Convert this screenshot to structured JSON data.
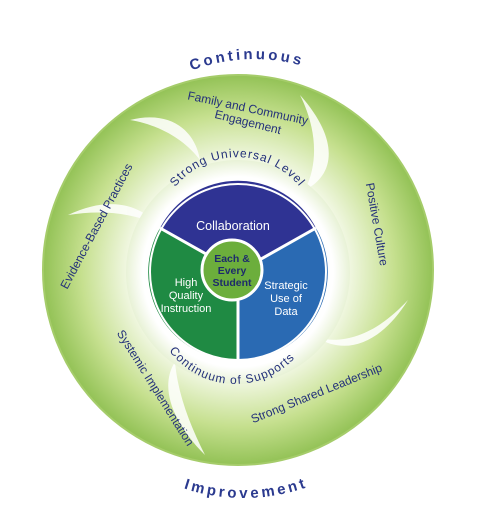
{
  "outer_top": "Continuous",
  "outer_bottom": "Improvement",
  "ring_segments": [
    "Family and Community",
    "Engagement",
    "Positive Culture",
    "Strong Shared Leadership",
    "Systemic Implementation",
    "Evidence-Based Practices"
  ],
  "inner_ring_top": "Strong Universal Level",
  "inner_ring_bottom": "Continuum of Supports",
  "core": {
    "top": "Collaboration",
    "left_line1": "High",
    "left_line2": "Quality",
    "left_line3": "Instruction",
    "right_line1": "Strategic",
    "right_line2": "Use of",
    "right_line3": "Data",
    "center_line1": "Each &",
    "center_line2": "Every",
    "center_line3": "Student"
  },
  "colors": {
    "outer_text": "#2b3a8f",
    "ring_green_light": "#dcecb8",
    "ring_green": "#a9cf6a",
    "ring_green_dark": "#86b84a",
    "ring_text": "#24317a",
    "collaboration": "#2f3393",
    "instruction": "#1f8a43",
    "data": "#2a6ab3",
    "center": "#6cae3c",
    "center_text": "#1d2b6b"
  }
}
